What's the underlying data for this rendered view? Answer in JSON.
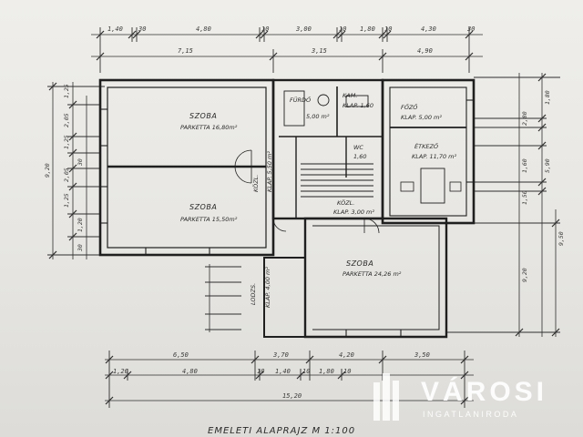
{
  "caption": "EMELETI ALAPRAJZ M 1:100",
  "rooms": {
    "szoba1_name": "SZOBA",
    "szoba1_floor": "PARKETTA 16,80m²",
    "szoba2_name": "SZOBA",
    "szoba2_floor": "PARKETTA 15,50m²",
    "szoba3_name": "SZOBA",
    "szoba3_floor": "PARKETTA 24,26 m²",
    "furdo_name": "FÜRDŐ",
    "furdo_area": "5,00 m²",
    "fozo_name": "FŐZŐ",
    "fozo_area": "KLAP. 5,00 m²",
    "etkezo_name": "ÉTKEZŐ",
    "etkezo_area": "KLAP. 11,70 m²",
    "kamra_name": "KAM.",
    "kamra_area": "KLAP. 1,60",
    "wc_name": "WC",
    "wc_area": "1,60",
    "kozl_name": "KÖZL.",
    "kozl_area": "KLAP. 3,00 m²",
    "kozl2_name": "KÖZL.",
    "kozl2_area": "KLAP. 5,50 m²",
    "loggia_name": "LODZS.",
    "loggia_area": "KLAP. 4,00 m²"
  },
  "dims_top": {
    "a": "1,40",
    "b": "30",
    "c": "4,80",
    "d": "10",
    "e": "3,00",
    "f": "10",
    "g": "1,80",
    "h": "10",
    "i": "4,30",
    "j": "30",
    "row2_a": "7,15",
    "row2_b": "3,15",
    "row2_c": "4,90"
  },
  "dims_bottom": {
    "a": "6,50",
    "b": "3,70",
    "c": "4,20",
    "d": "3,50",
    "e": "1,20",
    "f": "4,80",
    "g": "10",
    "h": "1,40",
    "i": "10",
    "j": "1,80",
    "k": "10",
    "total": "15,20"
  },
  "dims_left": [
    "1,25",
    "2,05",
    "1,25",
    "2,05",
    "1,25",
    "30",
    "1,20",
    "30",
    "9,20"
  ],
  "dims_right": [
    "1,80",
    "2,80",
    "5,90",
    "1,60",
    "9,50",
    "1,50",
    "9,20"
  ],
  "watermark": {
    "brand": "VÁROSI",
    "sub": "INGATLANIRODA"
  }
}
